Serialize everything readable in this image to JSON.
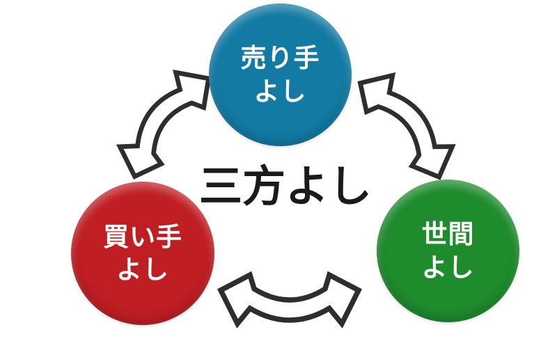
{
  "diagram": {
    "title": "三方よし",
    "title_color": "#1a1a1a",
    "background": "#ffffff"
  },
  "circles": [
    {
      "id": "seller",
      "label": "売り手\nよし",
      "color": "#137aa4",
      "position": "top"
    },
    {
      "id": "buyer",
      "label": "買い手\nよし",
      "color": "#bf1e23",
      "position": "bottom-left"
    },
    {
      "id": "society",
      "label": "世間\nよし",
      "color": "#1e8b2d",
      "position": "bottom-right"
    }
  ],
  "arrows": {
    "fill": "#ffffff",
    "outline": "#2e2e2e",
    "connections": [
      {
        "id": "seller-buyer",
        "between": [
          "売り手よし",
          "買い手よし"
        ],
        "bidirectional": true
      },
      {
        "id": "seller-society",
        "between": [
          "売り手よし",
          "世間よし"
        ],
        "bidirectional": true
      },
      {
        "id": "buyer-society",
        "between": [
          "買い手よし",
          "世間よし"
        ],
        "bidirectional": true
      }
    ]
  }
}
